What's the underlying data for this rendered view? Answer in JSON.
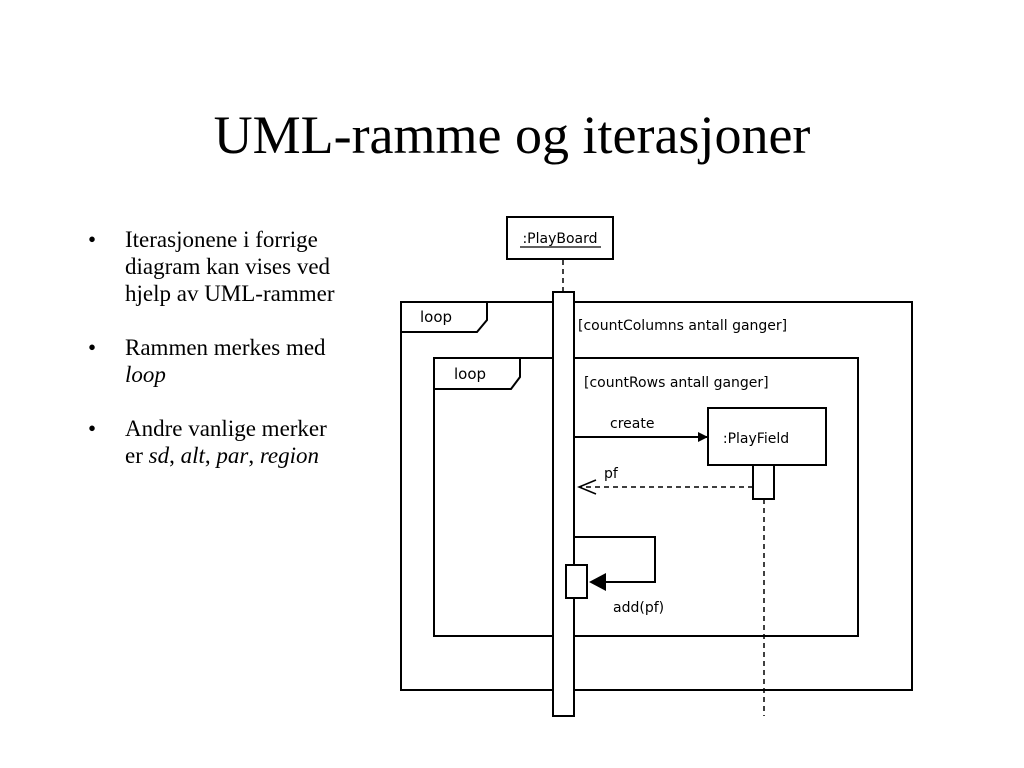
{
  "slide": {
    "title": "UML-ramme og iterasjoner"
  },
  "bullets": [
    {
      "text": "Iterasjonene i forrige diagram kan vises ved hjelp av UML-rammer"
    },
    {
      "text_before": "Rammen merkes med ",
      "emph": "loop"
    },
    {
      "text_before": "Andre vanlige merker er ",
      "emph1": "sd",
      "sep1": ", ",
      "emph2": "alt",
      "sep2": ", ",
      "emph3": "par",
      "sep3": ", ",
      "emph4": "region"
    }
  ],
  "diagram": {
    "playboard_label": ":PlayBoard",
    "playfield_label": ":PlayField",
    "outer_loop": {
      "tag": "loop",
      "guard": "[countColumns antall ganger]"
    },
    "inner_loop": {
      "tag": "loop",
      "guard": "[countRows antall ganger]"
    },
    "messages": {
      "create": "create",
      "return": "pf",
      "self_call": "add(pf)"
    }
  }
}
